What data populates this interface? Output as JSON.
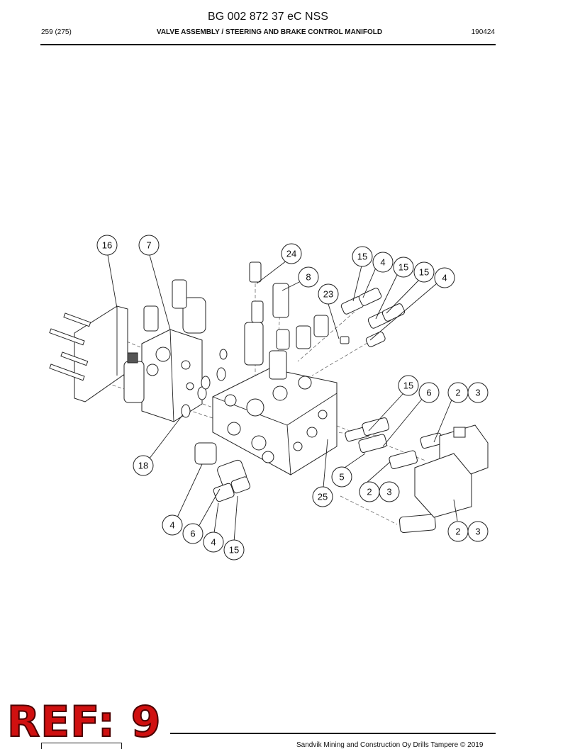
{
  "header": {
    "doc_id": "BG 002 872 37 eC NSS",
    "page": "259 (275)",
    "section": "VALVE ASSEMBLY / STEERING AND BRAKE CONTROL MANIFOLD",
    "date": "190424"
  },
  "callouts": [
    "16",
    "7",
    "24",
    "8",
    "15",
    "4",
    "15",
    "15",
    "4",
    "23",
    "15",
    "6",
    "2",
    "3",
    "18",
    "5",
    "2",
    "3",
    "25",
    "4",
    "6",
    "4",
    "15",
    "2",
    "3"
  ],
  "footer": {
    "copyright": "Sandvik Mining and Construction Oy Drills Tampere © 2019"
  },
  "stamp": {
    "text": "REF: 9",
    "color": "#d01010"
  }
}
